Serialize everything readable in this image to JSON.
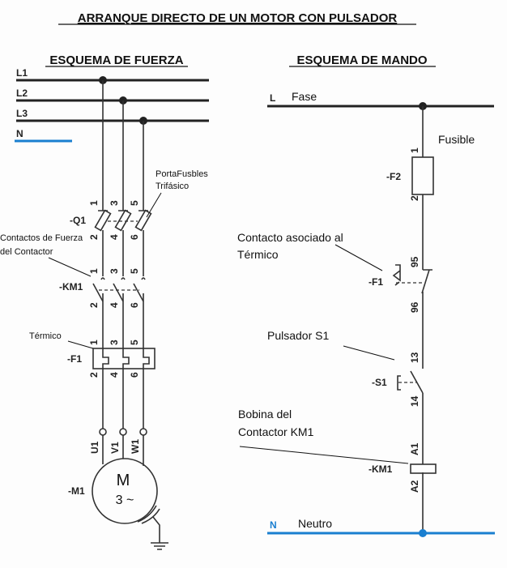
{
  "title": "ARRANQUE DIRECTO DE UN  MOTOR CON PULSADOR",
  "power": {
    "heading": "ESQUEMA DE FUERZA",
    "lines": [
      "L1",
      "L2",
      "L3",
      "N"
    ],
    "q1": {
      "ref": "-Q1",
      "top": [
        "1",
        "3",
        "5"
      ],
      "bottom": [
        "2",
        "4",
        "6"
      ],
      "note": [
        "PortaFusbles",
        "Trifásico"
      ]
    },
    "km1": {
      "ref": "-KM1",
      "top": [
        "1",
        "3",
        "5"
      ],
      "bottom": [
        "2",
        "4",
        "6"
      ],
      "note": [
        "Contactos de Fuerza",
        "del Contactor"
      ]
    },
    "f1": {
      "ref": "-F1",
      "top": [
        "1",
        "3",
        "5"
      ],
      "bottom": [
        "2",
        "4",
        "6"
      ],
      "note": "Térmico"
    },
    "motor": {
      "ref": "-M1",
      "terminals": [
        "U1",
        "V1",
        "W1"
      ],
      "symbol": "M",
      "phase": "3 ~"
    }
  },
  "control": {
    "heading": "ESQUEMA DE MANDO",
    "l_label": "L",
    "l_name": "Fase",
    "n_label": "N",
    "n_name": "Neutro",
    "f2": {
      "ref": "-F2",
      "top": "1",
      "bottom": "2",
      "note": "Fusible"
    },
    "f1": {
      "ref": "-F1",
      "top": "95",
      "bottom": "96",
      "note": [
        "Contacto asociado al",
        "Térmico"
      ]
    },
    "s1": {
      "ref": "-S1",
      "top": "13",
      "bottom": "14",
      "note": "Pulsador S1"
    },
    "km1": {
      "ref": "-KM1",
      "top": "A1",
      "bottom": "A2",
      "note": [
        "Bobina del",
        "Contactor KM1"
      ]
    }
  },
  "colors": {
    "neutral": "#1a7fd0",
    "wire": "#333333"
  }
}
